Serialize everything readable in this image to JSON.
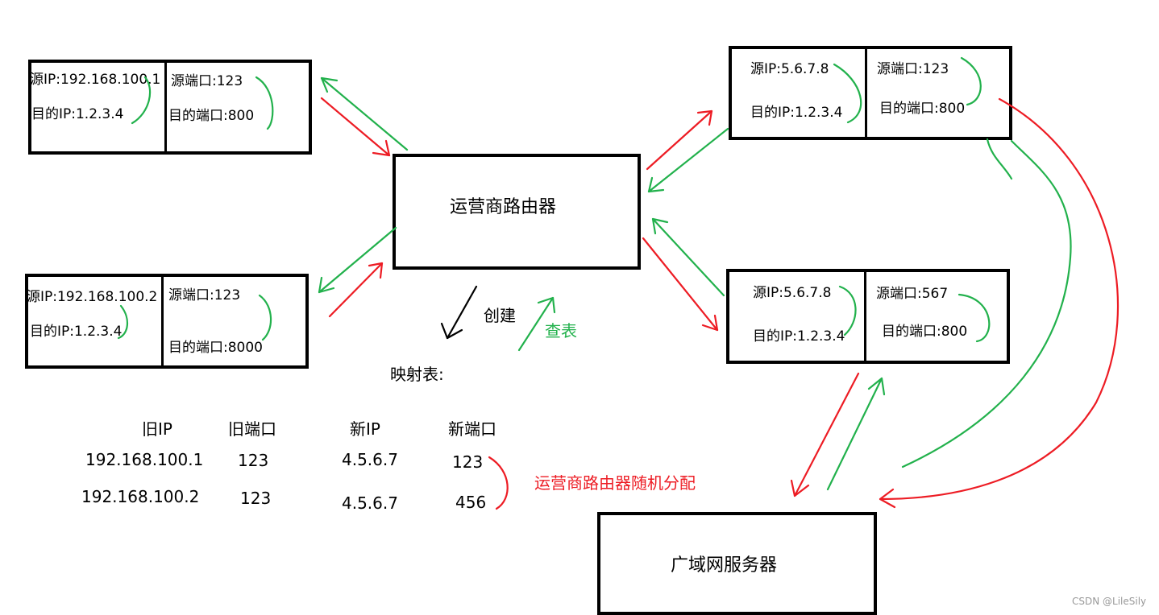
{
  "router": {
    "label": "运营商路由器"
  },
  "server": {
    "label": "广域网服务器"
  },
  "hosts": [
    {
      "src_ip": "源IP:192.168.100.1",
      "dst_ip": "目的IP:1.2.3.4",
      "src_port": "源端口:123",
      "dst_port": "目的端口:800"
    },
    {
      "src_ip": "源IP:192.168.100.2",
      "dst_ip": "目的IP:1.2.3.4",
      "src_port": "源端口:123",
      "dst_port": "目的端口:8000"
    }
  ],
  "translated": [
    {
      "src_ip": "源IP:5.6.7.8",
      "dst_ip": "目的IP:1.2.3.4",
      "src_port": "源端口:123",
      "dst_port": "目的端口:800"
    },
    {
      "src_ip": "源IP:5.6.7.8",
      "dst_ip": "目的IP:1.2.3.4",
      "src_port": "源端口:567",
      "dst_port": "目的端口:800"
    }
  ],
  "labels": {
    "create": "创建",
    "lookup": "查表",
    "mapping_title": "映射表:",
    "random_note": "运营商路由器随机分配"
  },
  "mapping_table": {
    "headers": [
      "旧IP",
      "旧端口",
      "新IP",
      "新端口"
    ],
    "rows": [
      [
        "192.168.100.1",
        "123",
        "4.5.6.7",
        "123"
      ],
      [
        "192.168.100.2",
        "123",
        "4.5.6.7",
        "456"
      ]
    ]
  },
  "watermark": "CSDN @LileSily",
  "colors": {
    "request": "#ed1c24",
    "response": "#22b14c",
    "ink": "#000000"
  }
}
